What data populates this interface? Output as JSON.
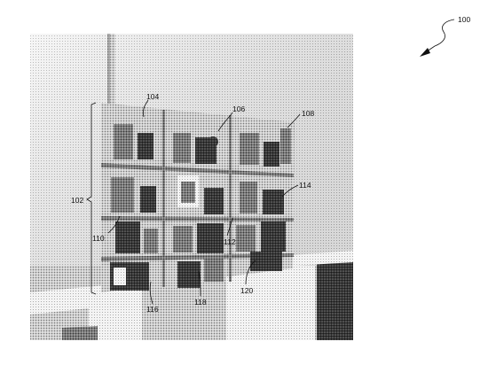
{
  "figure": {
    "type": "patent-drawing",
    "subject": "photograph of a wall-mounted shelving unit holding items",
    "reference_numerals": {
      "overall": "100",
      "unit": "102",
      "top_left_shelf": "104",
      "top_middle_shelf": "106",
      "top_right_shelf": "108",
      "middle_center_item": "112",
      "right_side_item": "114",
      "left_lower_item": "110",
      "bottom_left_item": "116",
      "bottom_center_item": "118",
      "bottom_right_item": "120"
    }
  }
}
